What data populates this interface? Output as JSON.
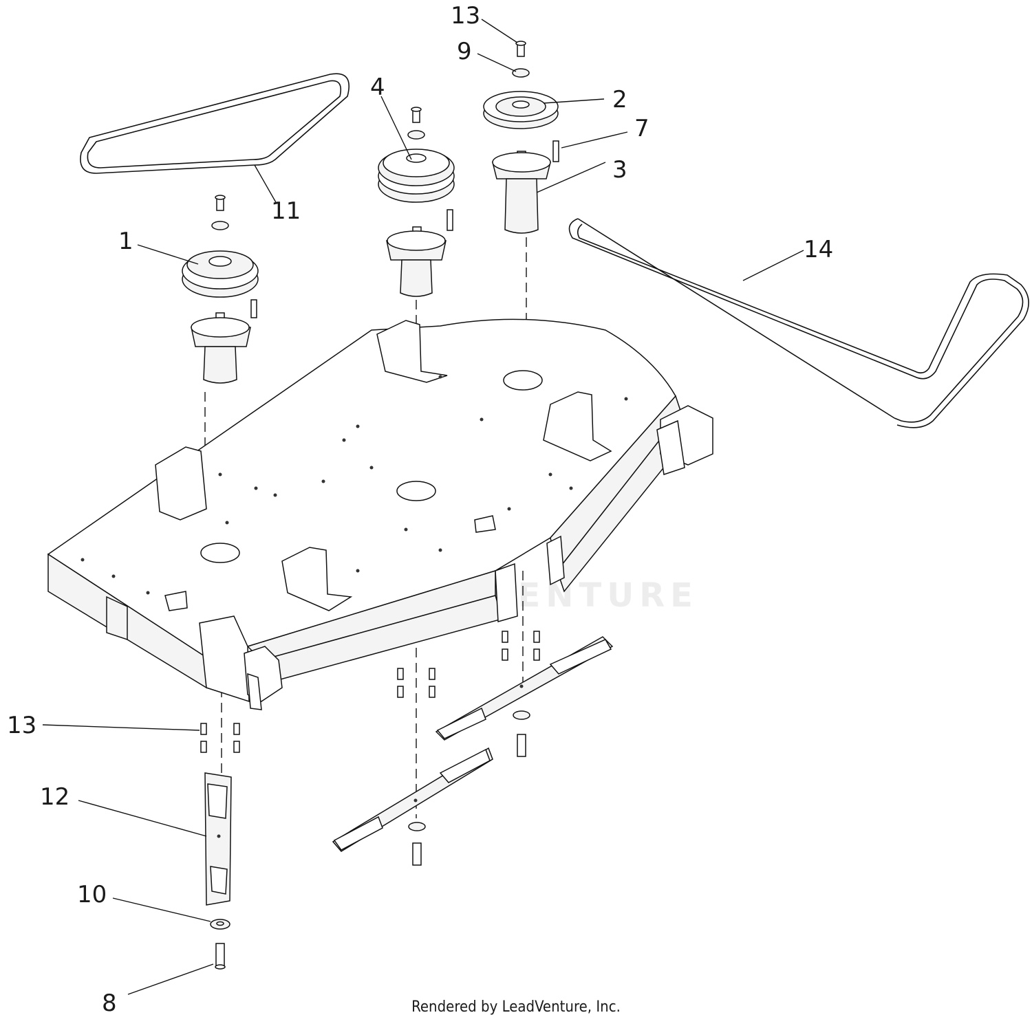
{
  "diagram": {
    "callouts": [
      {
        "id": "13",
        "label": "13"
      },
      {
        "id": "9",
        "label": "9"
      },
      {
        "id": "4",
        "label": "4"
      },
      {
        "id": "2",
        "label": "2"
      },
      {
        "id": "7",
        "label": "7"
      },
      {
        "id": "3",
        "label": "3"
      },
      {
        "id": "11",
        "label": "11"
      },
      {
        "id": "1",
        "label": "1"
      },
      {
        "id": "14",
        "label": "14"
      },
      {
        "id": "13b",
        "label": "13"
      },
      {
        "id": "12",
        "label": "12"
      },
      {
        "id": "10",
        "label": "10"
      },
      {
        "id": "8",
        "label": "8"
      }
    ],
    "watermark": "LEADVENTURE",
    "footer": "Rendered by LeadVenture, Inc."
  }
}
